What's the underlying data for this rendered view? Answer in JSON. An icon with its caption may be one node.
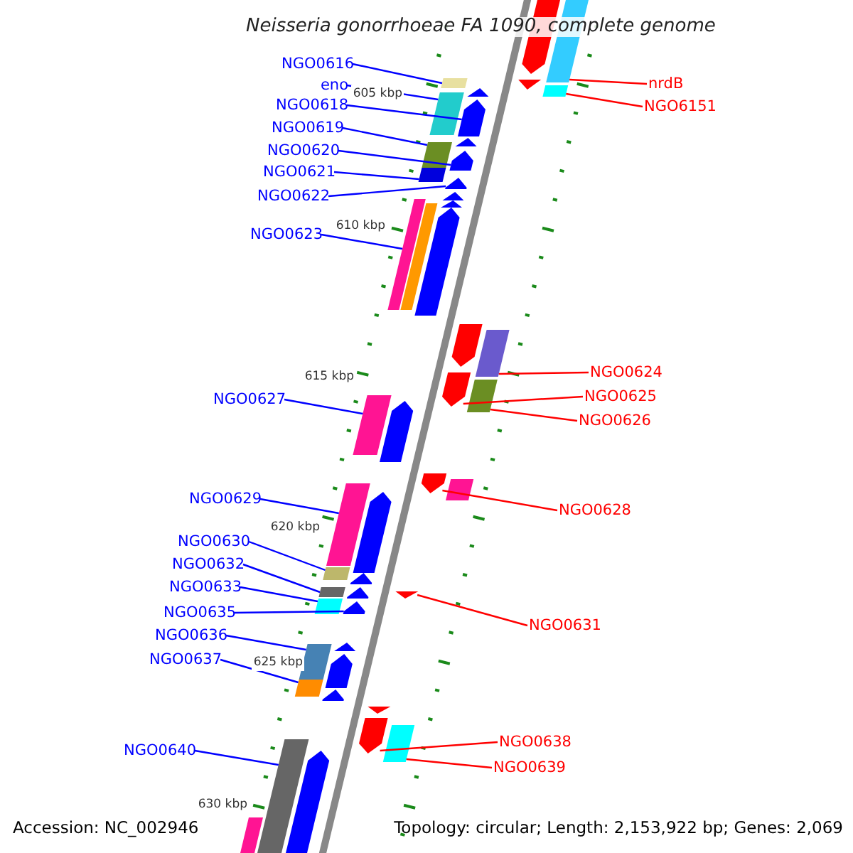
{
  "diagram": {
    "title": "Neisseria gonorrhoeae FA 1090, complete genome",
    "nodes": [
      {
        "text": [
          "NGO0616"
        ]
      },
      {
        "text": [
          "eno"
        ]
      },
      {
        "text": [
          "NGO0618"
        ]
      },
      {
        "text": [
          "NGO0619"
        ]
      },
      {
        "text": [
          "NGO0620"
        ]
      },
      {
        "text": [
          "NGO0621"
        ]
      },
      {
        "text": [
          "NGO0622"
        ]
      },
      {
        "text": [
          "NGO0623"
        ]
      },
      {
        "text": [
          "NGO0627"
        ]
      },
      {
        "text": [
          "NGO0629"
        ]
      },
      {
        "text": [
          "NGO0630"
        ]
      },
      {
        "text": [
          "NGO0632"
        ]
      },
      {
        "text": [
          "NGO0633"
        ]
      },
      {
        "text": [
          "NGO0635"
        ]
      },
      {
        "text": [
          "NGO0636"
        ]
      },
      {
        "text": [
          "NGO0637"
        ]
      },
      {
        "text": [
          "NGO0640"
        ]
      },
      {
        "text": [
          "nrdB"
        ]
      },
      {
        "text": [
          "NGO6151"
        ]
      },
      {
        "text": [
          "NGO0624"
        ]
      },
      {
        "text": [
          "NGO0625"
        ]
      },
      {
        "text": [
          "NGO0626"
        ]
      },
      {
        "text": [
          "NGO0628"
        ]
      },
      {
        "text": [
          "NGO0631"
        ]
      },
      {
        "text": [
          "NGO0638"
        ]
      },
      {
        "text": [
          "NGO0639"
        ]
      },
      {
        "text": [],
        "shape": "bar"
      },
      {
        "text": [],
        "shape": "bar"
      },
      {
        "text": [],
        "shape": "bar"
      },
      {
        "text": [],
        "shape": "bar"
      },
      {
        "text": [],
        "shape": "bar"
      },
      {
        "text": [],
        "shape": "bar"
      },
      {
        "text": [],
        "shape": "bar"
      },
      {
        "text": [],
        "shape": "bar"
      },
      {
        "text": [],
        "shape": "bar"
      },
      {
        "text": [],
        "shape": "bar"
      },
      {
        "text": [],
        "shape": "bar"
      },
      {
        "text": [],
        "shape": "bar"
      },
      {
        "text": [],
        "shape": "bar"
      },
      {
        "text": [],
        "shape": "bar"
      },
      {
        "text": [],
        "shape": "bar"
      },
      {
        "text": [],
        "shape": "bar"
      },
      {
        "text": [],
        "shape": "bar"
      },
      {
        "text": [],
        "shape": "bar"
      },
      {
        "text": [],
        "shape": "bar"
      },
      {
        "text": [],
        "shape": "bar"
      },
      {
        "text": [],
        "shape": "bar"
      },
      {
        "text": [],
        "shape": "bar"
      },
      {
        "text": [],
        "shape": "bar"
      },
      {
        "text": [],
        "shape": "bar"
      },
      {
        "text": [],
        "shape": "bar"
      },
      {
        "text": [],
        "shape": "bar"
      },
      {
        "text": [],
        "shape": "bar"
      },
      {
        "text": [],
        "shape": "bar"
      },
      {
        "text": [],
        "shape": "bar"
      },
      {
        "text": [],
        "shape": "bar"
      },
      {
        "text": [],
        "shape": "bar"
      },
      {
        "text": [],
        "shape": "bar"
      },
      {
        "text": [],
        "shape": "bar"
      },
      {
        "text": [],
        "shape": "bar"
      },
      {
        "text": [],
        "shape": "bar"
      },
      {
        "text": [],
        "shape": "bar"
      },
      {
        "text": [],
        "shape": "bar"
      },
      {
        "text": [],
        "shape": "bar"
      },
      {
        "text": [],
        "shape": "bar"
      },
      {
        "text": [],
        "shape": "bar"
      },
      {
        "text": [],
        "shape": "bar"
      },
      {
        "text": [],
        "shape": "bar"
      },
      {
        "text": [],
        "shape": "bar"
      },
      {
        "text": [],
        "shape": "bar"
      },
      {
        "text": [],
        "shape": "bar"
      },
      {
        "text": [],
        "shape": "bar"
      }
    ],
    "edges": [
      {
        "from": 0,
        "to": 28,
        "arrow": "none"
      },
      {
        "from": 1,
        "to": 32,
        "arrow": "none"
      },
      {
        "from": 2,
        "to": 33,
        "arrow": "none"
      },
      {
        "from": 3,
        "to": 35,
        "arrow": "none"
      },
      {
        "from": 4,
        "to": 36,
        "arrow": "none"
      },
      {
        "from": 5,
        "to": 37,
        "arrow": "none"
      },
      {
        "from": 6,
        "to": 38,
        "arrow": "none"
      },
      {
        "from": 7,
        "to": 40,
        "arrow": "none"
      },
      {
        "from": 8,
        "to": 48,
        "arrow": "none"
      },
      {
        "from": 9,
        "to": 52,
        "arrow": "none"
      },
      {
        "from": 10,
        "to": 54,
        "arrow": "none"
      },
      {
        "from": 11,
        "to": 56,
        "arrow": "none"
      },
      {
        "from": 12,
        "to": 59,
        "arrow": "none"
      },
      {
        "from": 13,
        "to": 60,
        "arrow": "none"
      },
      {
        "from": 14,
        "to": 62,
        "arrow": "none"
      },
      {
        "from": 15,
        "to": 64,
        "arrow": "none"
      },
      {
        "from": 16,
        "to": 69,
        "arrow": "none"
      },
      {
        "from": 17,
        "to": 27,
        "arrow": "none",
        "color": "#ff0000"
      },
      {
        "from": 18,
        "to": 30,
        "arrow": "none",
        "color": "#ff0000"
      },
      {
        "from": 19,
        "to": 45,
        "arrow": "none",
        "color": "#ff0000"
      },
      {
        "from": 20,
        "to": 46,
        "arrow": "none",
        "color": "#ff0000"
      },
      {
        "from": 21,
        "to": 47,
        "arrow": "none",
        "color": "#ff0000"
      },
      {
        "from": 22,
        "to": 50,
        "arrow": "none",
        "color": "#ff0000"
      },
      {
        "from": 23,
        "to": 58,
        "arrow": "none",
        "color": "#ff0000"
      },
      {
        "from": 24,
        "to": 67,
        "arrow": "none",
        "color": "#ff0000"
      },
      {
        "from": 25,
        "to": 68,
        "arrow": "none",
        "color": "#ff0000"
      }
    ],
    "labels": [
      "605 kbp",
      "610 kbp",
      "615 kbp",
      "620 kbp",
      "625 kbp",
      "630 kbp",
      "Accession: NC_002946",
      "Topology: circular; Length: 2,153,922 bp; Genes: 2,069"
    ]
  }
}
